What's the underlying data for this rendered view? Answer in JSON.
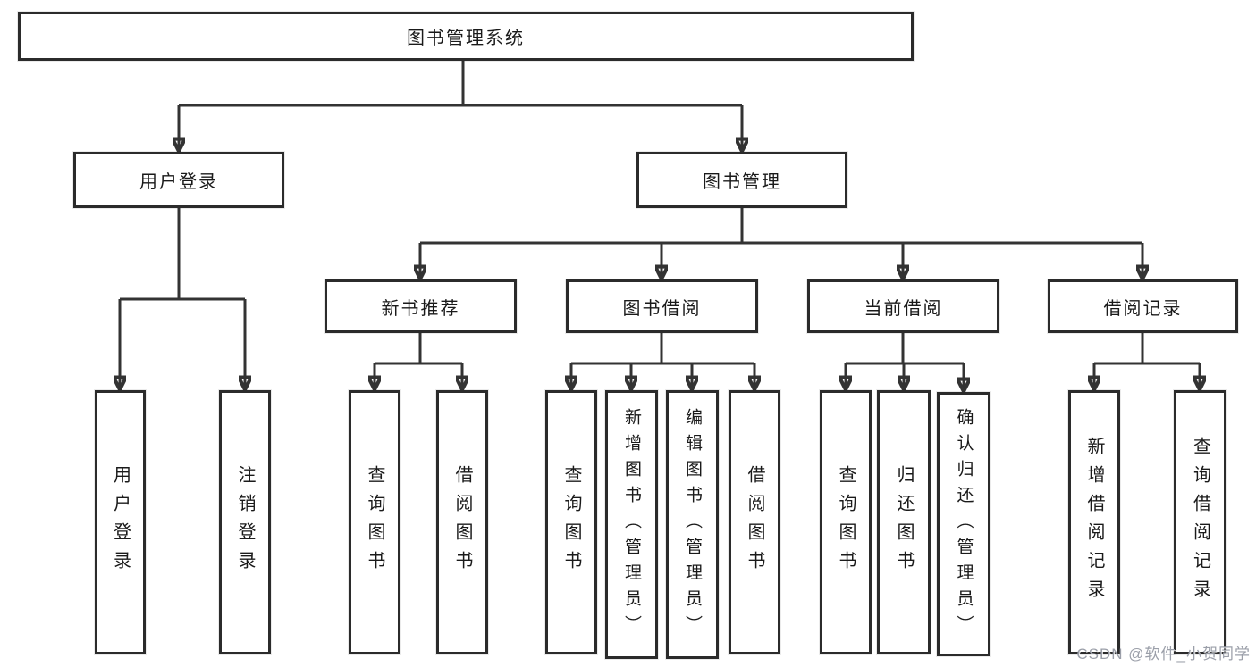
{
  "tree": {
    "label": "图书管理系统",
    "children": [
      {
        "label": "用户登录",
        "children": [
          {
            "label": "用户登录"
          },
          {
            "label": "注销登录"
          }
        ]
      },
      {
        "label": "图书管理",
        "children": [
          {
            "label": "新书推荐",
            "children": [
              {
                "label": "查询图书"
              },
              {
                "label": "借阅图书"
              }
            ]
          },
          {
            "label": "图书借阅",
            "children": [
              {
                "label": "查询图书"
              },
              {
                "label": "新增图书（管理员）"
              },
              {
                "label": "编辑图书（管理员）"
              },
              {
                "label": "借阅图书"
              }
            ]
          },
          {
            "label": "当前借阅",
            "children": [
              {
                "label": "查询图书"
              },
              {
                "label": "归还图书"
              },
              {
                "label": "确认归还（管理员）"
              }
            ]
          },
          {
            "label": "借阅记录",
            "children": [
              {
                "label": "新增借阅记录"
              },
              {
                "label": "查询借阅记录"
              }
            ]
          }
        ]
      }
    ]
  },
  "watermark": {
    "text": "CSDN @软件_小贺同学"
  },
  "colors": {
    "line": "#333333",
    "box_border": "#2b2b2b",
    "text": "#1a1a1a",
    "background": "#ffffff",
    "watermark": "#969aa4"
  }
}
